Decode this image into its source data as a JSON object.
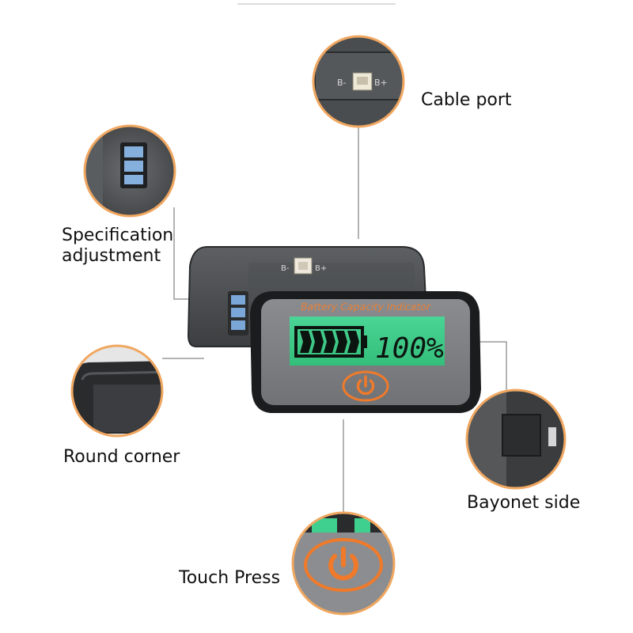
{
  "callouts": {
    "cable_port": "Cable port",
    "specification_line1": "Specification",
    "specification_line2": "adjustment",
    "round_corner": "Round corner",
    "bayonet_side": "Bayonet side",
    "touch_press": "Touch Press"
  },
  "device": {
    "title": "Battery Capacity Indicator",
    "percentage": "100%",
    "battery_level": 1.0,
    "connector_label_left": "B-",
    "connector_label_right": "B+",
    "icons": [
      "battery-icon",
      "power-button-icon"
    ]
  },
  "colors": {
    "lcd_green": "#3fce8a",
    "title_orange": "#e8803a",
    "power_orange": "#f07a2a",
    "body_gray": "#7d7f82",
    "frame_black": "#1b1c1e",
    "leader_line": "#9a9a9a"
  }
}
